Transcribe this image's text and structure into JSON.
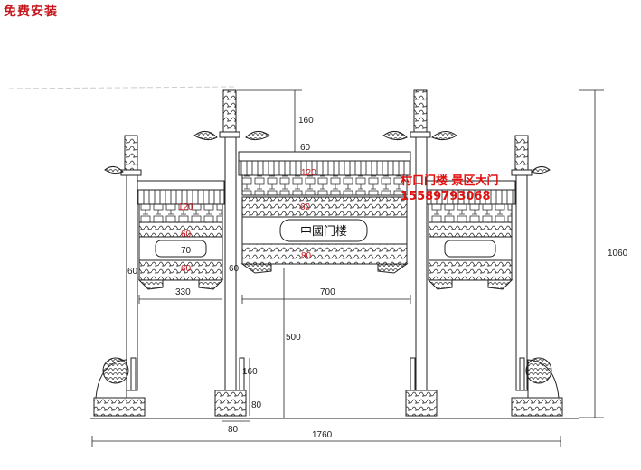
{
  "corner_label": "免费安装",
  "promo": {
    "line1": "村口门楼  景区大门",
    "line2": "15589793068"
  },
  "plaque_text": "中國门楼",
  "dimensions": {
    "top_post": "160",
    "top_roof": "60",
    "mid_roof": "120",
    "band": "60",
    "side_a": "120",
    "side_b": "60",
    "side_c": "70",
    "side_d": "60",
    "band_low": "80",
    "side_post": "60",
    "main_post": "60",
    "side_span": "330",
    "center_span": "700",
    "opening": "500",
    "base_h": "160",
    "base_foot": "80",
    "base_w": "80",
    "total_w": "1760",
    "total_h": "1060"
  },
  "colors": {
    "line": "#222222",
    "accent": "#c4161c",
    "promo": "#e01010"
  }
}
